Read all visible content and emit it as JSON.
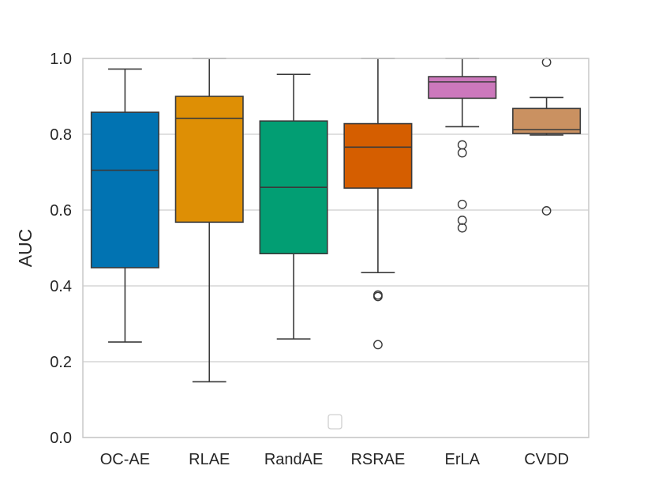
{
  "chart_data": {
    "type": "box",
    "title": "",
    "xlabel": "",
    "ylabel": "AUC",
    "ylim": [
      0.0,
      1.0
    ],
    "yticks": [
      "0.0",
      "0.2",
      "0.4",
      "0.6",
      "0.8",
      "1.0"
    ],
    "grid": "horizontal",
    "legend": "bottom-center (empty)",
    "categories": [
      "OC-AE",
      "RLAE",
      "RandAE",
      "RSRAE",
      "ErLA",
      "CVDD"
    ],
    "series": [
      {
        "category": "OC-AE",
        "color": "#0173b2",
        "whisker_low": 0.252,
        "q1": 0.448,
        "median": 0.705,
        "q3": 0.858,
        "whisker_high": 0.972,
        "outliers": []
      },
      {
        "category": "RLAE",
        "color": "#de8f05",
        "whisker_low": 0.147,
        "q1": 0.568,
        "median": 0.842,
        "q3": 0.9,
        "whisker_high": 1.0,
        "outliers": []
      },
      {
        "category": "RandAE",
        "color": "#029e73",
        "whisker_low": 0.26,
        "q1": 0.485,
        "median": 0.66,
        "q3": 0.835,
        "whisker_high": 0.958,
        "outliers": []
      },
      {
        "category": "RSRAE",
        "color": "#d55e00",
        "whisker_low": 0.435,
        "q1": 0.658,
        "median": 0.766,
        "q3": 0.828,
        "whisker_high": 1.0,
        "outliers": [
          0.376,
          0.372,
          0.245
        ]
      },
      {
        "category": "ErLA",
        "color": "#cc78bc",
        "whisker_low": 0.82,
        "q1": 0.895,
        "median": 0.938,
        "q3": 0.952,
        "whisker_high": 1.0,
        "outliers": [
          0.772,
          0.751,
          0.615,
          0.573,
          0.553
        ]
      },
      {
        "category": "CVDD",
        "color": "#ca9161",
        "whisker_low": 0.798,
        "q1": 0.802,
        "median": 0.812,
        "q3": 0.868,
        "whisker_high": 0.897,
        "outliers": [
          0.99,
          0.598
        ]
      }
    ]
  }
}
